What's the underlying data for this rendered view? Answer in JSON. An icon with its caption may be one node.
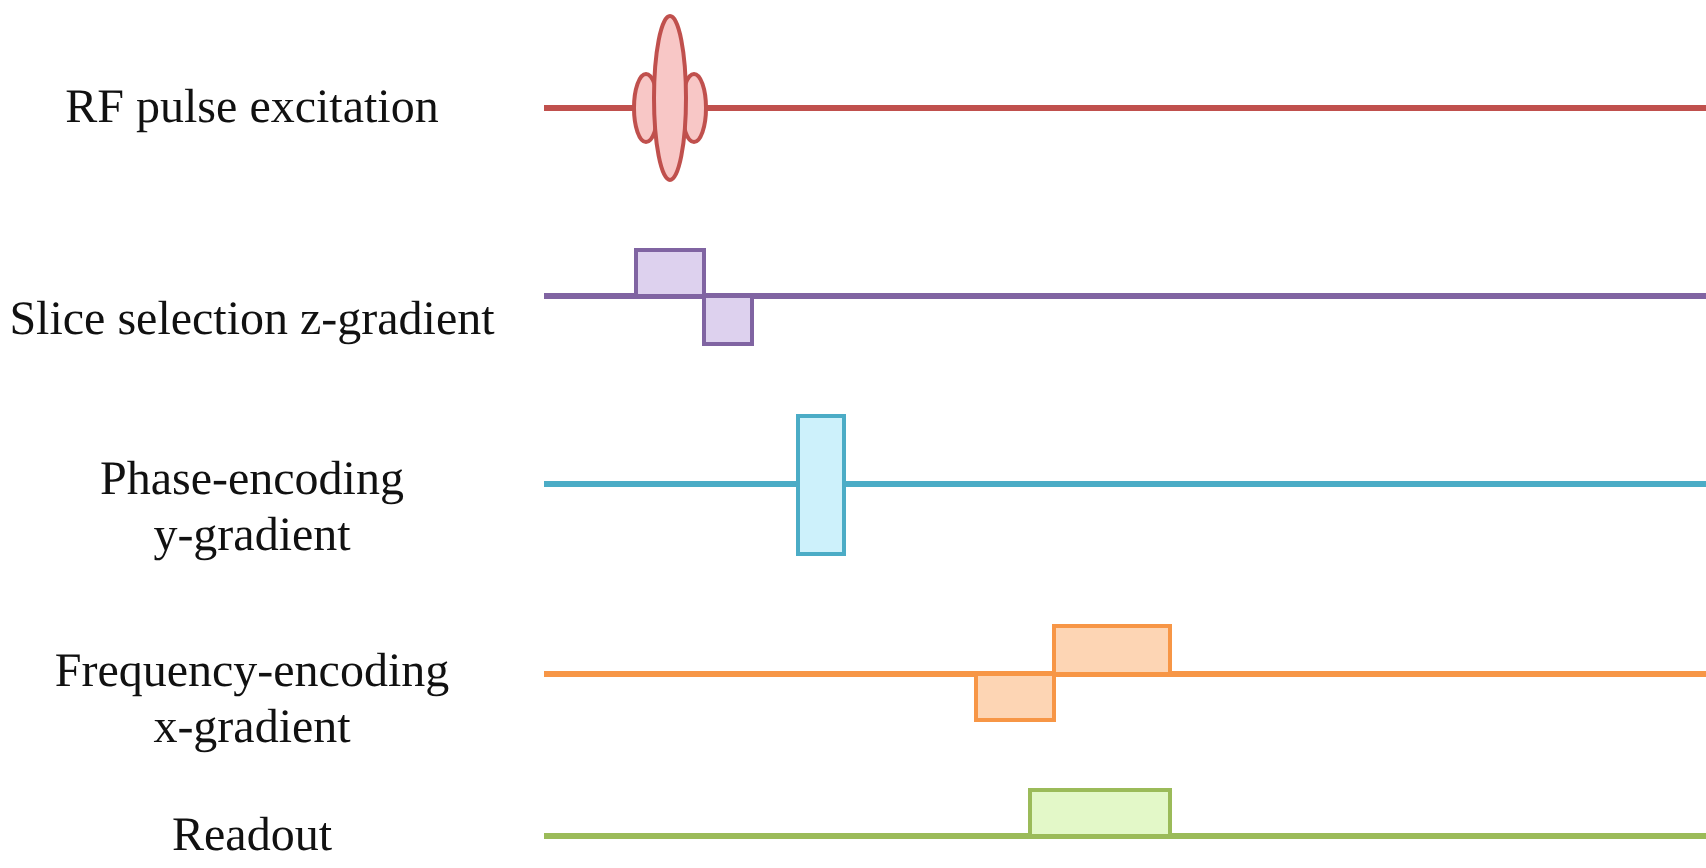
{
  "diagram": {
    "labels": [
      "RF pulse excitation",
      "Slice selection z-gradient",
      "Phase-encoding y-gradient",
      "Frequency-encoding x-gradient",
      "Readout"
    ]
  }
}
